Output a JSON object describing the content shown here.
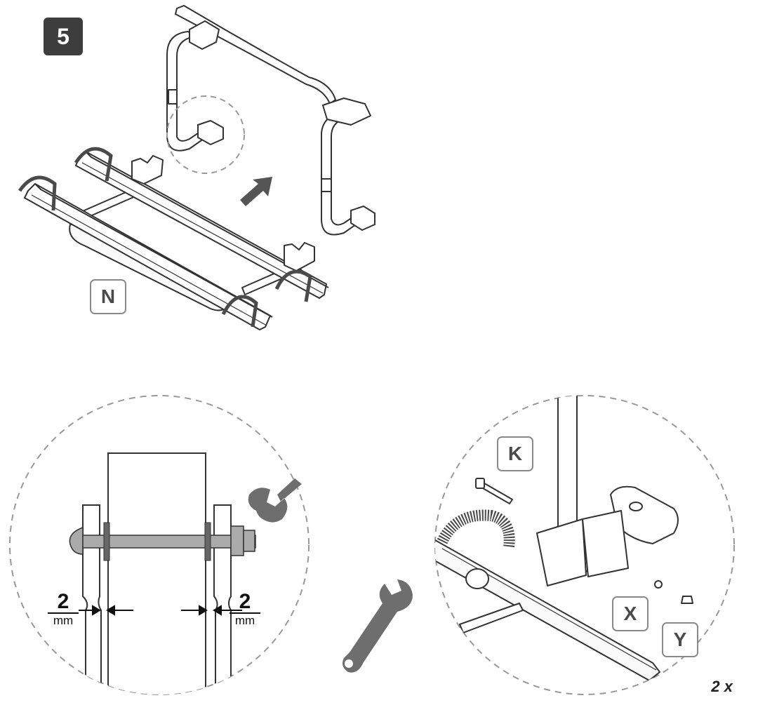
{
  "step": {
    "number": "5"
  },
  "parts": {
    "n": "N",
    "k": "K",
    "x": "X",
    "y": "Y"
  },
  "quantity": "2 x",
  "gap_left": {
    "value": "2",
    "unit": "mm"
  },
  "gap_right": {
    "value": "2",
    "unit": "mm"
  },
  "colors": {
    "line": "#333333",
    "arrow": "#555555",
    "dash": "#999999",
    "badge": "#3d3d3d",
    "wrench": "#6e6e6e",
    "strap": "#4a4a4a"
  },
  "icons": [
    "wrench-icon",
    "arrow-icon",
    "bolt-icon"
  ]
}
